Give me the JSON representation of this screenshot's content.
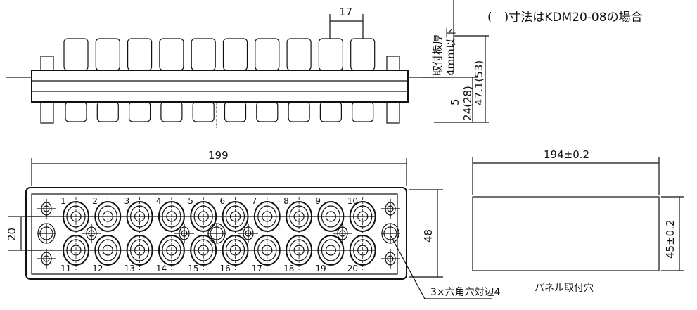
{
  "note": "(　)寸法はKDM20-08の場合",
  "side_view": {
    "pitch": "17",
    "panel_thickness_line1": "取付板厚",
    "panel_thickness_line2": "4mm以下",
    "dim_5": "5",
    "dim_24": "24(28)",
    "dim_47": "47.1(53)"
  },
  "plan_view": {
    "width": "199",
    "height": "48",
    "row_pitch": "20",
    "port_numbers_top": [
      "1",
      "2",
      "3",
      "4",
      "5",
      "6",
      "7",
      "8",
      "9",
      "10"
    ],
    "port_numbers_bottom": [
      "11",
      "12",
      "13",
      "14",
      "15",
      "16",
      "17",
      "18",
      "19",
      "20"
    ],
    "hex_hole_note": "3×六角穴対辺4"
  },
  "panel_cutout": {
    "width": "194±0.2",
    "height": "45±0.2",
    "label": "パネル取付穴"
  }
}
